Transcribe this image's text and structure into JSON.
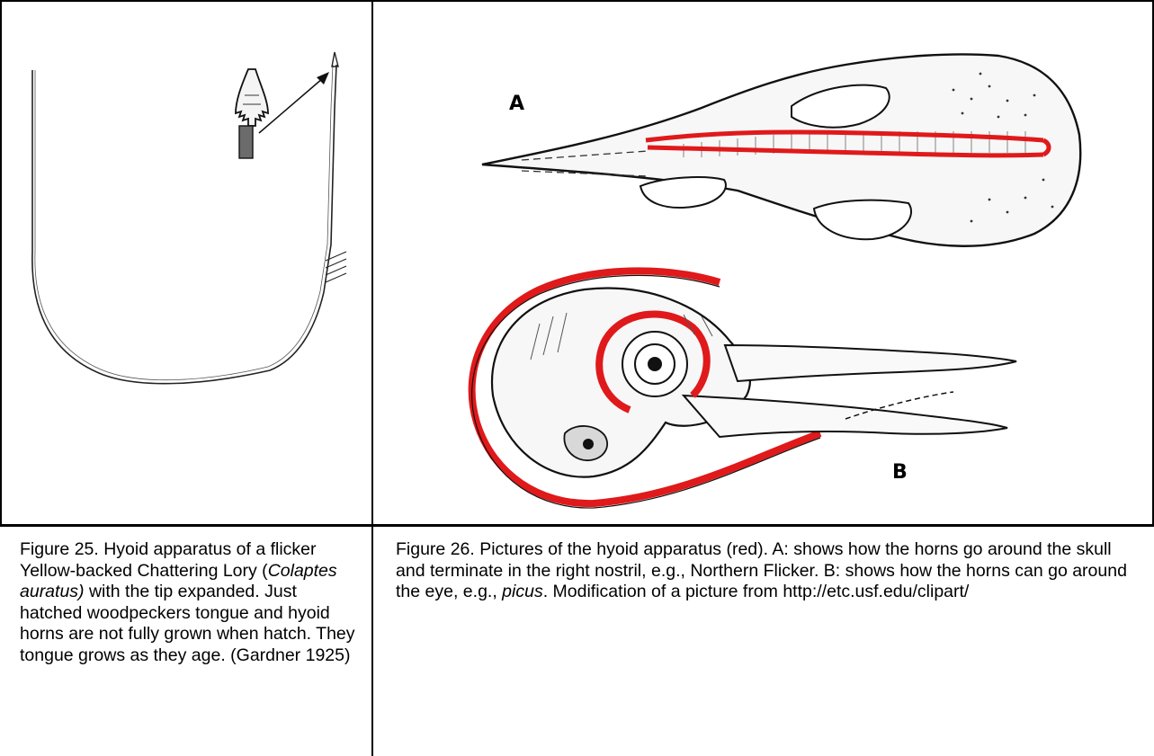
{
  "figure25": {
    "caption_parts": [
      {
        "text": "Figure 25.  Hyoid apparatus of a flicker Yellow-backed Chattering Lory (",
        "italic": false
      },
      {
        "text": "Colaptes auratus)",
        "italic": true
      },
      {
        "text": " with the tip expanded. Just hatched woodpeckers tongue and hyoid horns are not fully grown when hatch. They tongue grows as they age. (Gardner 1925)",
        "italic": false
      }
    ]
  },
  "figure26": {
    "label_a": "A",
    "label_b": "B",
    "caption_parts": [
      {
        "text": "Figure 26.  Pictures of the hyoid apparatus (red). A: shows how the horns go around the skull and terminate in the right nostril, e.g., Northern Flicker.  B: shows how the horns can go around the eye, e.g., ",
        "italic": false
      },
      {
        "text": "picus",
        "italic": true
      },
      {
        "text": ". Modification of a picture from http://etc.usf.edu/clipart/",
        "italic": false
      }
    ]
  },
  "colors": {
    "hyoid_red": "#e0191b",
    "line": "#000000"
  }
}
